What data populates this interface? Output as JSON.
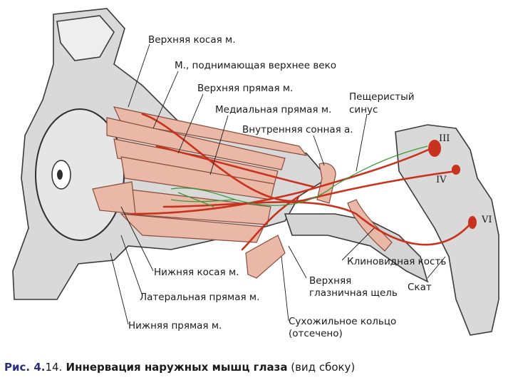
{
  "labels": {
    "superior_oblique": "Верхняя косая м.",
    "levator_palpebrae": "М., поднимающая верхнее веко",
    "superior_rectus": "Верхняя прямая м.",
    "medial_rectus": "Медиальная прямая м.",
    "cavernous_sinus_1": "Пещеристый",
    "cavernous_sinus_2": "синус",
    "internal_carotid": "Внутренняя сонная а.",
    "nerve_iii": "III",
    "nerve_iv": "IV",
    "nerve_vi": "VI",
    "inferior_oblique": "Нижняя косая м.",
    "lateral_rectus": "Латеральная прямая м.",
    "inferior_rectus": "Нижняя прямая м.",
    "sphenoid_bone": "Клиновидная кость",
    "superior_orbital_fissure_1": "Верхняя",
    "superior_orbital_fissure_2": "глазничная щель",
    "clivus": "Скат",
    "tendinous_ring_1": "Сухожильное кольцо",
    "tendinous_ring_2": "(отсечено)"
  },
  "caption": {
    "fig_label": "Рис. 4.",
    "fig_number": "14.",
    "title": " Иннервация наружных мышц глаза",
    "note": " (вид сбоку)"
  },
  "colors": {
    "bone": "#d9d9d9",
    "muscle": "#e9b8a6",
    "nerve": "#c8321e",
    "ganglion_nerve": "#3a9a3a"
  }
}
